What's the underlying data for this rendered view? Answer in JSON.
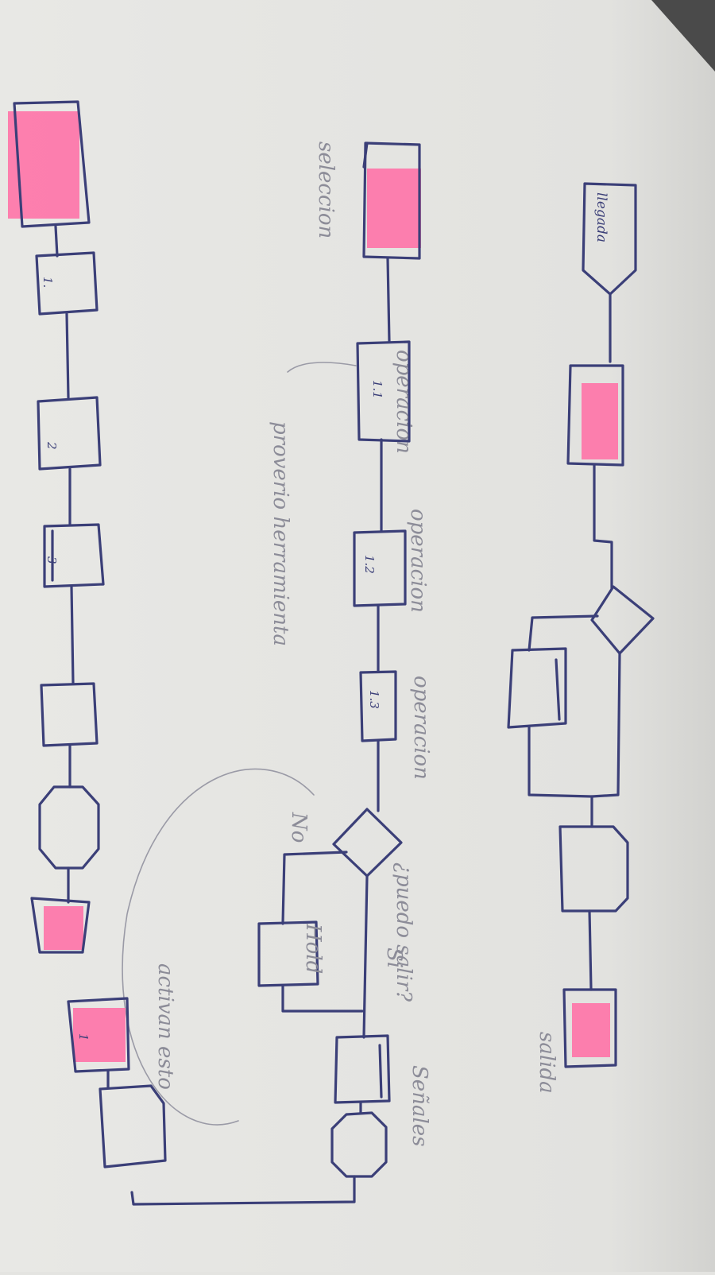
{
  "labels": {
    "llegada": "llegada",
    "seleccion": "seleccion",
    "salida": "salida",
    "operacion_1": "operacion",
    "operacion_2": "operacion",
    "operacion_3": "operacion",
    "op_1_1": "1.1",
    "op_1_2": "1.2",
    "op_1_3": "1.3",
    "proveerio_herramienta": "proverio herramienta",
    "puedo_salir": "¿puedo salir?",
    "no": "No",
    "si": "Si",
    "hold": "Hold",
    "senales": "Señales",
    "activan_esto": "activan esto",
    "step_1": "1.",
    "step_2": "2",
    "step_3": "3",
    "step_x": "1"
  },
  "colors": {
    "paper": "#e4e4e1",
    "ink": "#3b3f78",
    "highlighter": "#ff6fa6",
    "pencil": "#9a9aa6"
  }
}
